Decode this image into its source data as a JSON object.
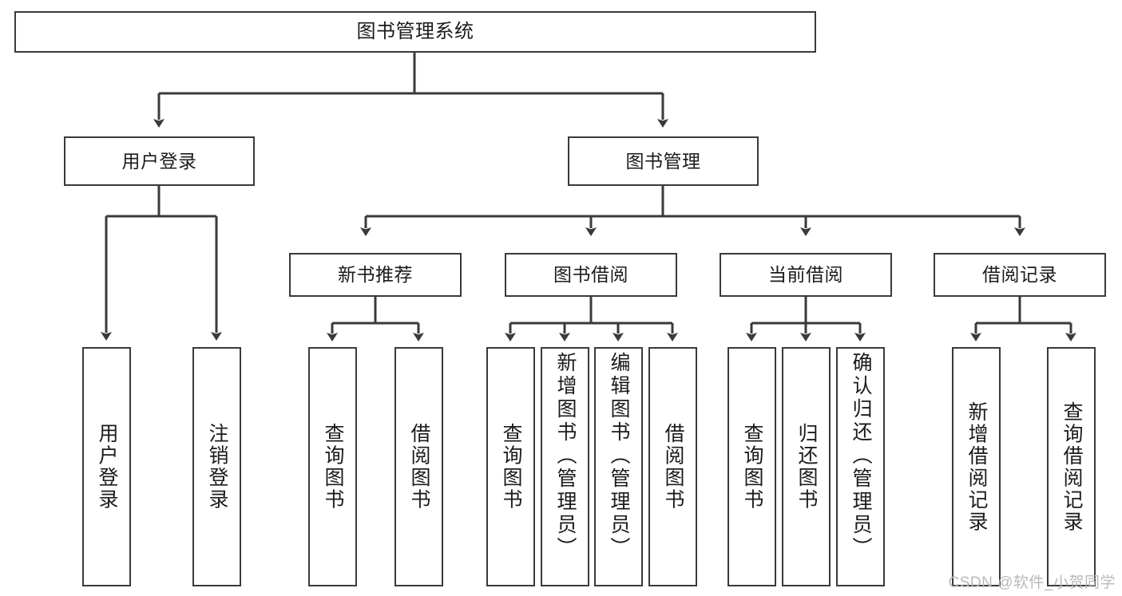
{
  "diagram": {
    "title": "图书管理系统",
    "type": "hierarchy-tree",
    "root": {
      "id": "root",
      "label": "图书管理系统"
    },
    "level2": [
      {
        "id": "user-login",
        "label": "用户登录"
      },
      {
        "id": "book-manage",
        "label": "图书管理"
      }
    ],
    "level3": [
      {
        "id": "new-book-rec",
        "label": "新书推荐",
        "parent": "book-manage"
      },
      {
        "id": "book-borrow",
        "label": "图书借阅",
        "parent": "book-manage"
      },
      {
        "id": "current-borrow",
        "label": "当前借阅",
        "parent": "book-manage"
      },
      {
        "id": "borrow-record",
        "label": "借阅记录",
        "parent": "book-manage"
      }
    ],
    "leaves": [
      {
        "id": "leaf-user-login",
        "label": "用户登录",
        "parent": "user-login"
      },
      {
        "id": "leaf-logout-login",
        "label": "注销登录",
        "parent": "user-login"
      },
      {
        "id": "leaf-query-book-1",
        "label": "查询图书",
        "parent": "new-book-rec"
      },
      {
        "id": "leaf-borrow-book-1",
        "label": "借阅图书",
        "parent": "new-book-rec"
      },
      {
        "id": "leaf-query-book-2",
        "label": "查询图书",
        "parent": "book-borrow"
      },
      {
        "id": "leaf-add-book",
        "label": "新增图书（管理员）",
        "parent": "book-borrow"
      },
      {
        "id": "leaf-edit-book",
        "label": "编辑图书（管理员）",
        "parent": "book-borrow"
      },
      {
        "id": "leaf-borrow-book-2",
        "label": "借阅图书",
        "parent": "book-borrow"
      },
      {
        "id": "leaf-query-book-3",
        "label": "查询图书",
        "parent": "current-borrow"
      },
      {
        "id": "leaf-return-book",
        "label": "归还图书",
        "parent": "current-borrow"
      },
      {
        "id": "leaf-confirm-return",
        "label": "确认归还（管理员）",
        "parent": "current-borrow"
      },
      {
        "id": "leaf-add-record",
        "label": "新增借阅记录",
        "parent": "borrow-record"
      },
      {
        "id": "leaf-query-record",
        "label": "查询借阅记录",
        "parent": "borrow-record"
      }
    ]
  },
  "watermark": {
    "text": "CSDN @软件_小贺同学"
  },
  "colors": {
    "stroke": "#3a3a3a",
    "background": "#ffffff",
    "text": "#1b1b1b",
    "watermark": "#b9b9b9"
  }
}
